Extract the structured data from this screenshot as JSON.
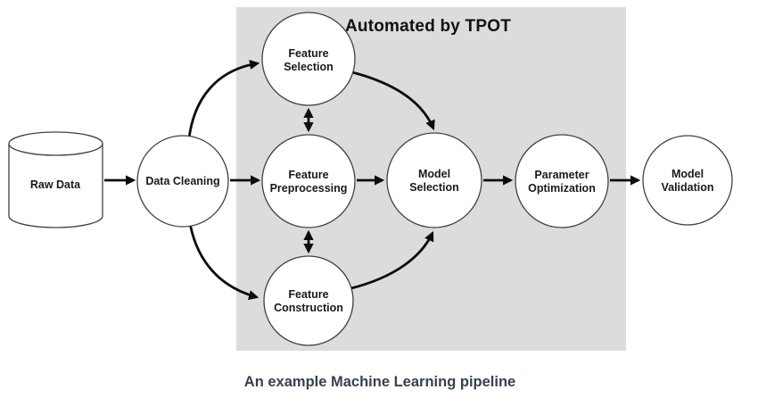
{
  "diagram": {
    "tpot_box_label": "Automated by TPOT",
    "caption": "An example Machine Learning pipeline"
  },
  "colors": {
    "page_bg": "#ffffff",
    "box_bg": "#dcdcdc",
    "node_fill": "#ffffff",
    "node_stroke": "#424242",
    "arrow": "#0d0d0d",
    "label_text": "#1a1a1a",
    "title_text": "#111111",
    "caption_text": "#37414e"
  },
  "nodes": {
    "raw_data": {
      "label": "Raw Data",
      "shape": "cylinder"
    },
    "data_cleaning": {
      "label": "Data Cleaning",
      "shape": "circle"
    },
    "feature_selection": {
      "line1": "Feature",
      "line2": "Selection",
      "shape": "circle"
    },
    "feature_preprocessing": {
      "line1": "Feature",
      "line2": "Preprocessing",
      "shape": "circle"
    },
    "feature_construction": {
      "line1": "Feature",
      "line2": "Construction",
      "shape": "circle"
    },
    "model_selection": {
      "line1": "Model",
      "line2": "Selection",
      "shape": "circle"
    },
    "parameter_optimization": {
      "line1": "Parameter",
      "line2": "Optimization",
      "shape": "circle"
    },
    "model_validation": {
      "line1": "Model",
      "line2": "Validation",
      "shape": "circle"
    }
  },
  "edges": [
    {
      "from": "raw_data",
      "to": "data_cleaning",
      "line": "straight",
      "heads": "single"
    },
    {
      "from": "data_cleaning",
      "to": "feature_selection",
      "line": "curved",
      "heads": "single"
    },
    {
      "from": "data_cleaning",
      "to": "feature_preprocessing",
      "line": "straight",
      "heads": "single"
    },
    {
      "from": "data_cleaning",
      "to": "feature_construction",
      "line": "curved",
      "heads": "single"
    },
    {
      "from": "feature_selection",
      "to": "feature_preprocessing",
      "line": "straight",
      "heads": "double"
    },
    {
      "from": "feature_preprocessing",
      "to": "feature_construction",
      "line": "straight",
      "heads": "double"
    },
    {
      "from": "feature_selection",
      "to": "model_selection",
      "line": "curved",
      "heads": "single"
    },
    {
      "from": "feature_preprocessing",
      "to": "model_selection",
      "line": "straight",
      "heads": "single"
    },
    {
      "from": "feature_construction",
      "to": "model_selection",
      "line": "curved",
      "heads": "single"
    },
    {
      "from": "model_selection",
      "to": "parameter_optimization",
      "line": "straight",
      "heads": "single"
    },
    {
      "from": "parameter_optimization",
      "to": "model_validation",
      "line": "straight",
      "heads": "single"
    }
  ]
}
